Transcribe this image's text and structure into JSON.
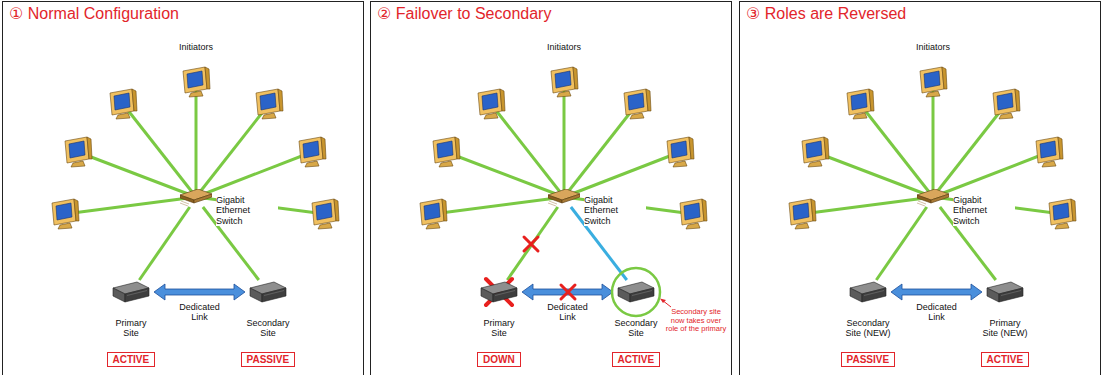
{
  "diagram": {
    "nodes": [
      {
        "text": [
          "① Normal Configuration"
        ]
      },
      {
        "text": [
          "Gigabit Ethernet Switch"
        ],
        "in": 0
      },
      {
        "text": [
          "Primary Site"
        ],
        "in": 0
      },
      {
        "text": [
          "Secondary Site"
        ],
        "in": 0
      },
      {
        "text": [
          "ACTIVE"
        ],
        "in": 0
      },
      {
        "text": [
          "PASSIVE"
        ],
        "in": 0
      },
      {
        "text": [
          "② Failover to Secondary"
        ]
      },
      {
        "text": [
          "Gigabit Ethernet Switch"
        ],
        "in": 6
      },
      {
        "text": [
          "Primary Site"
        ],
        "in": 6
      },
      {
        "text": [
          "Secondary Site"
        ],
        "in": 6
      },
      {
        "text": [
          "DOWN"
        ],
        "in": 6
      },
      {
        "text": [
          "ACTIVE"
        ],
        "in": 6
      },
      {
        "text": [
          "③ Roles are Reversed"
        ]
      },
      {
        "text": [
          "Gigabit Ethernet Switch"
        ],
        "in": 12
      },
      {
        "text": [
          "Secondary Site (NEW)"
        ],
        "in": 12
      },
      {
        "text": [
          "Primary Site (NEW)"
        ],
        "in": 12
      },
      {
        "text": [
          "PASSIVE"
        ],
        "in": 12
      },
      {
        "text": [
          "ACTIVE"
        ],
        "in": 12
      }
    ],
    "edges": [
      {
        "from": 1,
        "to": 2,
        "arrow": "none"
      },
      {
        "from": 1,
        "to": 3,
        "arrow": "none"
      },
      {
        "from": 2,
        "to": 3,
        "label": "Dedicated Link",
        "arrow": "both"
      },
      {
        "from": 7,
        "to": 8,
        "arrow": "none"
      },
      {
        "from": 7,
        "to": 9,
        "arrow": "none"
      },
      {
        "from": 8,
        "to": 9,
        "label": "Dedicated Link",
        "arrow": "both"
      },
      {
        "from": 13,
        "to": 14,
        "arrow": "none"
      },
      {
        "from": 13,
        "to": 15,
        "arrow": "none"
      },
      {
        "from": 14,
        "to": 15,
        "label": "Dedicated Link",
        "arrow": "both"
      }
    ],
    "labels": [
      "Initiators",
      "Initiators",
      "Secondary site now takes over role of the primary",
      "Initiators"
    ]
  }
}
